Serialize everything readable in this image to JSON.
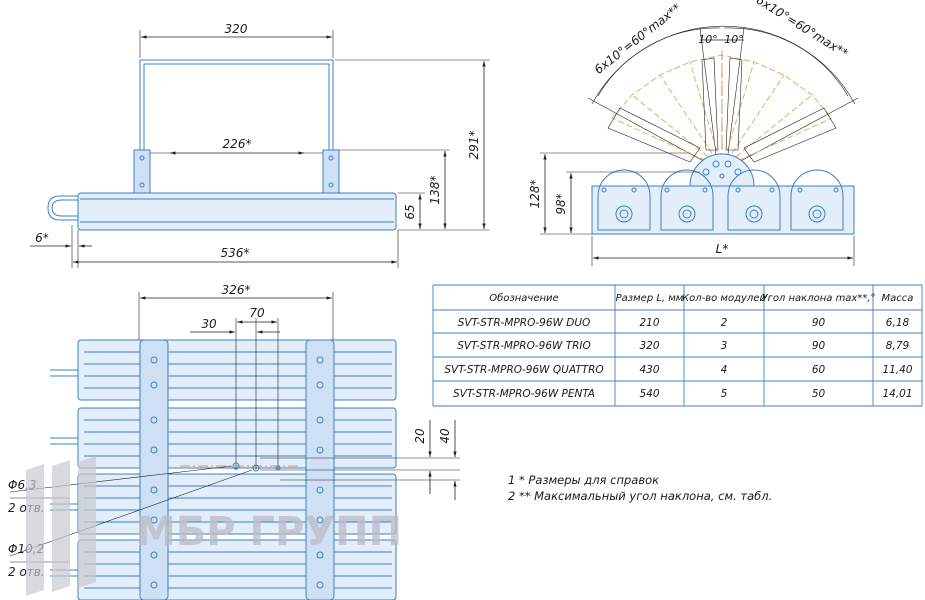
{
  "dimensions": {
    "d_320": "320",
    "d_226": "226*",
    "d_291": "291*",
    "d_138": "138*",
    "d_65": "65",
    "d_6": "6*",
    "d_536": "536*",
    "d_128": "128*",
    "d_98": "98*",
    "d_L": "L*",
    "d_326": "326*",
    "d_70": "70",
    "d_30": "30",
    "d_20": "20",
    "d_40": "40",
    "angle_left": "6x10°=60°max**",
    "angle_right": "6x10°=60°max**",
    "angle_10_left": "10°",
    "angle_10_right": "10°",
    "hole_small": "Φ6,3",
    "hole_small_count": "2 отв.",
    "hole_large": "Φ10,2",
    "hole_large_count": "2 отв."
  },
  "table": {
    "headers": [
      "Обозначение",
      "Размер L, мм",
      "Кол-во модулей",
      "Угол наклона max**,°",
      "Масса"
    ],
    "rows": [
      [
        "SVT-STR-MPRO-96W DUO",
        "210",
        "2",
        "90",
        "6,18"
      ],
      [
        "SVT-STR-MPRO-96W TRIO",
        "320",
        "3",
        "90",
        "8,79"
      ],
      [
        "SVT-STR-MPRO-96W QUATTRO",
        "430",
        "4",
        "60",
        "11,40"
      ],
      [
        "SVT-STR-MPRO-96W PENTA",
        "540",
        "5",
        "50",
        "14,01"
      ]
    ]
  },
  "notes": [
    "1  * Размеры для справок",
    "2  ** Максимальный угол наклона, см. табл."
  ],
  "watermark": "МБР ГРУПП",
  "colors": {
    "body_stroke": "#3c7fc6",
    "body_fill": "#e3eefb",
    "angle_guides": "#e3a35a",
    "watermark": "#b9bcc2"
  }
}
